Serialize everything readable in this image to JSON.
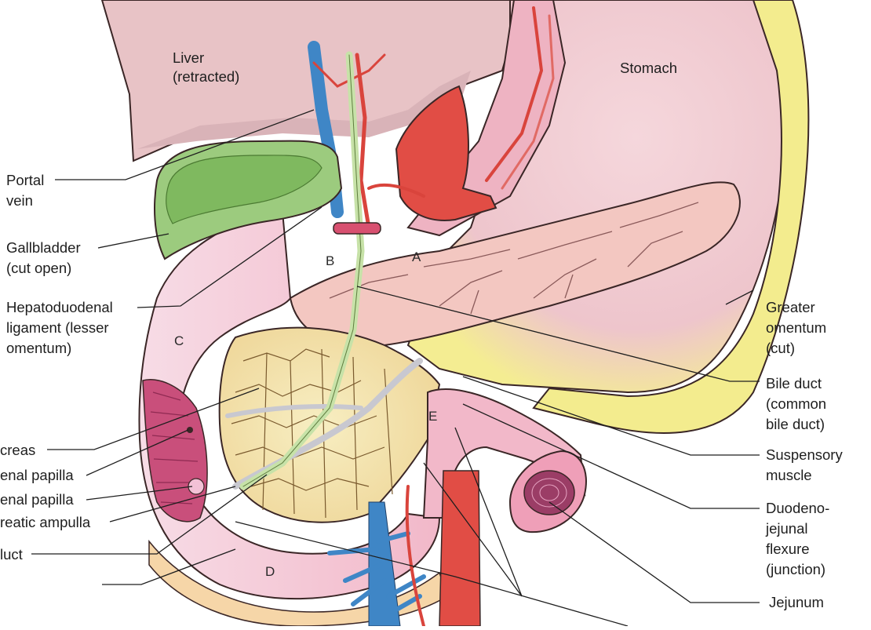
{
  "labels": {
    "liver": [
      "Liver",
      "(retracted)"
    ],
    "stomach": "Stomach",
    "portal_vein": [
      "Portal",
      "vein"
    ],
    "gallbladder": [
      "Gallbladder",
      "(cut open)"
    ],
    "hepatoduodenal": [
      "Hepatoduodenal",
      "ligament (lesser",
      "omentum)"
    ],
    "pancreas": "creas",
    "major_papilla": "enal papilla",
    "minor_papilla": "enal papilla",
    "ampulla": "reatic ampulla",
    "duct": "luct",
    "greater_omentum": [
      "Greater",
      "omentum",
      "(cut)"
    ],
    "bile_duct": [
      "Bile duct",
      "(common",
      "bile duct)"
    ],
    "suspensory": [
      "Suspensory",
      "muscle"
    ],
    "duodenojejunal": [
      "Duodeno-",
      "jejunal",
      "flexure",
      "(junction)"
    ],
    "jejunum": "Jejunum"
  },
  "segments": [
    "A",
    "B",
    "C",
    "D",
    "E"
  ],
  "colors": {
    "liver": "#e9c6c9",
    "stomach": "#eec8cf",
    "omentum": "#f3ec8e",
    "gallbladder": "#9ccb7e",
    "duodenum": "#f0a7be",
    "pancreas_head": "#f4e4a8",
    "pancreas_body": "#f2c7c1",
    "vein": "#3f86c6",
    "artery": "#d9443c",
    "bile": "#c7e2a8"
  }
}
